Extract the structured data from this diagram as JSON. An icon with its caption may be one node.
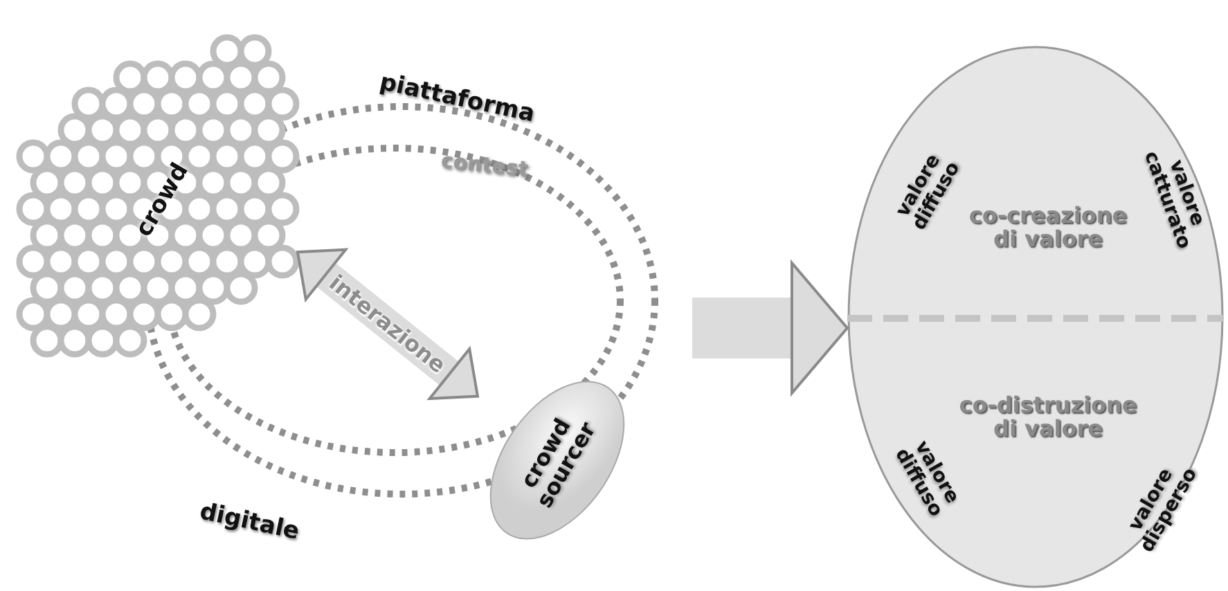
{
  "diagram": {
    "nodes": [
      {
        "text": [
          "crowd"
        ]
      },
      {
        "text": [
          "crowd sourcer"
        ]
      },
      {
        "text": [
          "valore diffuso",
          "valore catturato",
          "co-creazione di valore",
          "co-distruzione di valore",
          "valore diffuso",
          "valore disperso"
        ]
      }
    ],
    "edges": [
      {
        "from": 0,
        "to": 1,
        "arrow": "both",
        "label": "interazione"
      },
      {
        "from": null,
        "to": 2,
        "arrow": "to",
        "style": "thick"
      }
    ],
    "labels": [
      "piattaforma",
      "contest",
      "digitale"
    ]
  }
}
